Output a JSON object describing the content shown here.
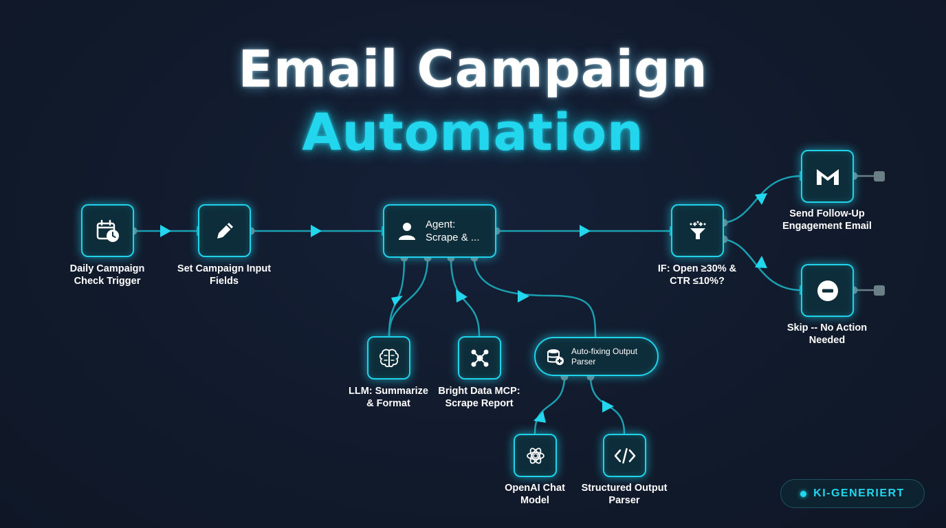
{
  "title": {
    "line1": "Email Campaign",
    "line2": "Automation"
  },
  "colors": {
    "background": "#111a2b",
    "accent": "#22d6ee",
    "node_fill": "#0e2d3a",
    "connector_dot": "#6b7f86",
    "title_white": "#ffffff"
  },
  "nodes": {
    "trigger": {
      "icon": "calendar-clock-icon",
      "label_line1": "Daily Campaign",
      "label_line2": "Check Trigger"
    },
    "set_fields": {
      "icon": "pencil-icon",
      "label_line1": "Set Campaign Input",
      "label_line2": "Fields"
    },
    "agent": {
      "icon": "user-icon",
      "text_line1": "Agent:",
      "text_line2": "Scrape & ..."
    },
    "llm": {
      "icon": "brain-icon",
      "label_line1": "LLM: Summarize",
      "label_line2": "& Format"
    },
    "bright_data": {
      "icon": "network-hub-icon",
      "label_line1": "Bright Data MCP:",
      "label_line2": "Scrape Report"
    },
    "auto_parser": {
      "icon": "database-plus-icon",
      "text_line1": "Auto-fixing Output",
      "text_line2": "Parser"
    },
    "openai": {
      "icon": "openai-logo-icon",
      "label_line1": "OpenAI Chat",
      "label_line2": "Model"
    },
    "structured_parser": {
      "icon": "code-icon",
      "label_line1": "Structured Output",
      "label_line2": "Parser"
    },
    "if_node": {
      "icon": "split-arrows-icon",
      "label_line1": "IF: Open ≥30% &",
      "label_line2": "CTR ≤10%?"
    },
    "send_email": {
      "icon": "gmail-icon",
      "label_line1": "Send Follow-Up",
      "label_line2": "Engagement Email"
    },
    "skip": {
      "icon": "minus-circle-icon",
      "label_line1": "Skip -- No Action",
      "label_line2": "Needed"
    }
  },
  "badge": {
    "text": "KI-GENERIERT"
  }
}
